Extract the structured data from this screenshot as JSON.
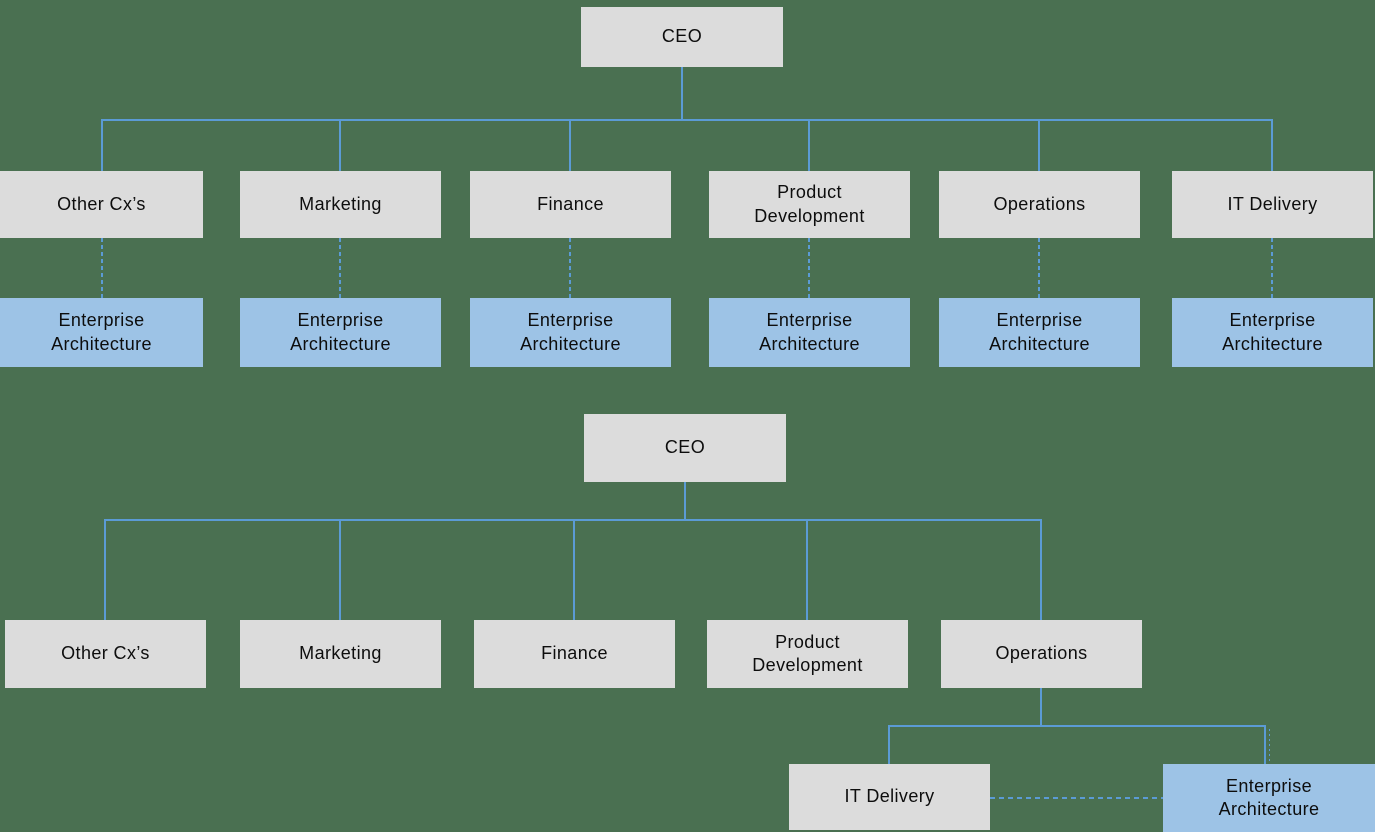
{
  "colors": {
    "background": "#4a7051",
    "department_box": "#dcdcdc",
    "enterprise_architecture_box": "#9dc3e6",
    "connector_line": "#5b9bd5",
    "text": "#0d0d0d"
  },
  "diagram_top": {
    "root": {
      "label": "CEO"
    },
    "departments": [
      {
        "label": "Other Cx’s"
      },
      {
        "label": "Marketing"
      },
      {
        "label": "Finance"
      },
      {
        "label": "Product Development"
      },
      {
        "label": "Operations"
      },
      {
        "label": "IT Delivery"
      }
    ],
    "ea_label": "Enterprise Architecture"
  },
  "diagram_bottom": {
    "root": {
      "label": "CEO"
    },
    "departments": [
      {
        "label": "Other Cx’s"
      },
      {
        "label": "Marketing"
      },
      {
        "label": "Finance"
      },
      {
        "label": "Product Development"
      },
      {
        "label": "Operations"
      }
    ],
    "operations_children": [
      {
        "label": "IT Delivery"
      },
      {
        "label": "Enterprise Architecture"
      }
    ]
  }
}
